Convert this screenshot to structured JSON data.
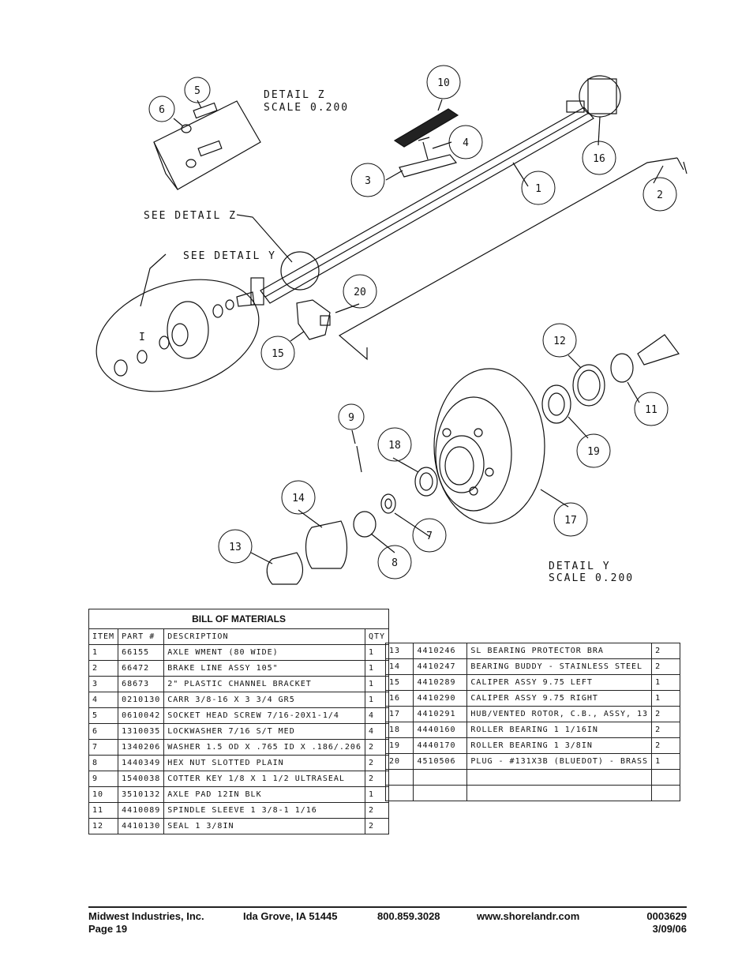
{
  "drawing": {
    "detail_z_title": "DETAIL  Z",
    "detail_z_scale": "SCALE  0.200",
    "detail_y_title": "DETAIL  Y",
    "detail_y_scale": "SCALE  0.200",
    "see_detail_z": "SEE DETAIL  Z",
    "see_detail_y": "SEE DETAIL  Y",
    "detail_y_marker": "I",
    "callouts": [
      "1",
      "2",
      "3",
      "4",
      "5",
      "6",
      "7",
      "8",
      "9",
      "10",
      "11",
      "12",
      "13",
      "14",
      "15",
      "16",
      "17",
      "18",
      "19",
      "20"
    ]
  },
  "bom": {
    "title": "BILL OF MATERIALS",
    "headers": {
      "item": "ITEM",
      "part": "PART #",
      "description": "DESCRIPTION",
      "qty": "QTY"
    },
    "left_rows": [
      {
        "item": "1",
        "part": "66155",
        "description": "AXLE WMENT (80 WIDE)",
        "qty": "1"
      },
      {
        "item": "2",
        "part": "66472",
        "description": "BRAKE LINE ASSY 105\"",
        "qty": "1"
      },
      {
        "item": "3",
        "part": "68673",
        "description": "2\" PLASTIC CHANNEL BRACKET",
        "qty": "1"
      },
      {
        "item": "4",
        "part": "0210130",
        "description": "CARR 3/8-16 X 3 3/4 GR5",
        "qty": "1"
      },
      {
        "item": "5",
        "part": "0610042",
        "description": "SOCKET HEAD SCREW 7/16-20X1-1/4",
        "qty": "4"
      },
      {
        "item": "6",
        "part": "1310035",
        "description": "LOCKWASHER 7/16 S/T MED",
        "qty": "4"
      },
      {
        "item": "7",
        "part": "1340206",
        "description": "WASHER 1.5 OD X .765 ID X .186/.206",
        "qty": "2"
      },
      {
        "item": "8",
        "part": "1440349",
        "description": "HEX NUT SLOTTED PLAIN",
        "qty": "2"
      },
      {
        "item": "9",
        "part": "1540038",
        "description": "COTTER KEY 1/8 X 1 1/2 ULTRASEAL",
        "qty": "2"
      },
      {
        "item": "10",
        "part": "3510132",
        "description": "AXLE PAD 12IN  BLK",
        "qty": "1"
      },
      {
        "item": "11",
        "part": "4410089",
        "description": "SPINDLE SLEEVE  1 3/8-1 1/16",
        "qty": "2"
      },
      {
        "item": "12",
        "part": "4410130",
        "description": "SEAL  1 3/8IN",
        "qty": "2"
      }
    ],
    "right_rows": [
      {
        "item": "13",
        "part": "4410246",
        "description": "SL BEARING PROTECTOR BRA",
        "qty": "2"
      },
      {
        "item": "14",
        "part": "4410247",
        "description": "BEARING BUDDY - STAINLESS STEEL",
        "qty": "2"
      },
      {
        "item": "15",
        "part": "4410289",
        "description": "CALIPER ASSY 9.75 LEFT",
        "qty": "1"
      },
      {
        "item": "16",
        "part": "4410290",
        "description": "CALIPER ASSY 9.75 RIGHT",
        "qty": "1"
      },
      {
        "item": "17",
        "part": "4410291",
        "description": "HUB/VENTED ROTOR, C.B., ASSY, 13",
        "qty": "2"
      },
      {
        "item": "18",
        "part": "4440160",
        "description": "ROLLER BEARING   1 1/16IN",
        "qty": "2"
      },
      {
        "item": "19",
        "part": "4440170",
        "description": "ROLLER BEARING   1 3/8IN",
        "qty": "2"
      },
      {
        "item": "20",
        "part": "4510506",
        "description": "PLUG - #131X3B (BLUEDOT) - BRASS",
        "qty": "1"
      }
    ]
  },
  "footer": {
    "company": "Midwest Industries, Inc.",
    "location": "Ida Grove, IA  51445",
    "phone": "800.859.3028",
    "website": "www.shorelandr.com",
    "doc_number": "0003629",
    "page": "Page 19",
    "date": "3/09/06"
  }
}
